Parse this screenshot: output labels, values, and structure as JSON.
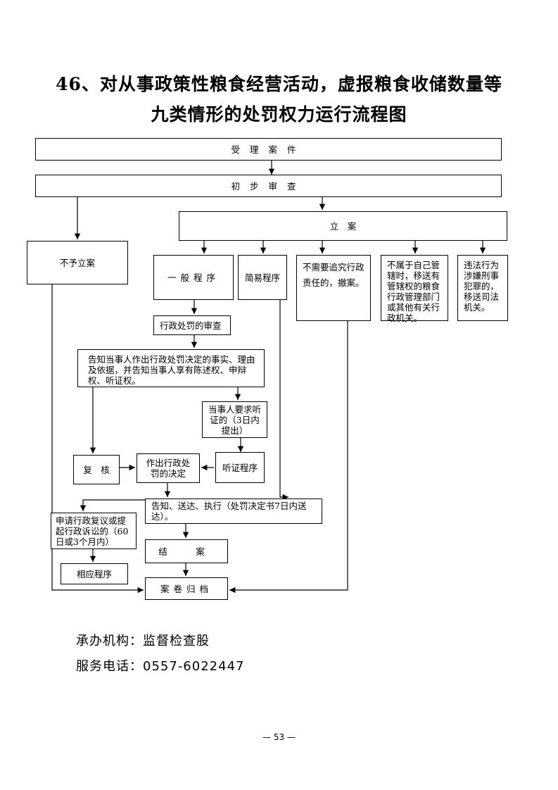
{
  "title": {
    "line1": "46、对从事政策性粮食经营活动，虚报粮食收储数量等",
    "line2": "九类情形的处罚权力运行流程图"
  },
  "flow": {
    "accept": "受理案件",
    "preliminary": "初步审查",
    "file_case": "立　案",
    "no_file": "不予立案",
    "general": "一般程序",
    "simple": "简易程序",
    "no_liability": "不需要追究行政责任的，撤案。",
    "not_jurisdiction": "不属于自己管辖时，移送有管辖权的粮食行政管理部门或其他有关行政机关。",
    "criminal": "违法行为涉嫌刑事犯罪的，移送司法机关。",
    "review": "行政处罚的审查",
    "notify": "告知当事人作出行政处罚决定的事实、理由及依据，并告知当事人享有陈述权、申辩权、听证权。",
    "hearing_request": "当事人要求听证的（3日内提出）",
    "recheck": "复　核",
    "decision": "作出行政处罚的决定",
    "hearing": "听证程序",
    "deliver": "告知、送达、执行（处罚决定书7日内送达）。",
    "appeal": "申请行政复议或提起行政诉讼的（60日或3个月内）",
    "close": "结　案",
    "related": "相应程序",
    "archive": "案卷归档"
  },
  "footer": {
    "org": "承办机构：监督检查股",
    "phone": "服务电话：0557-6022447",
    "page": "— 53 —"
  }
}
